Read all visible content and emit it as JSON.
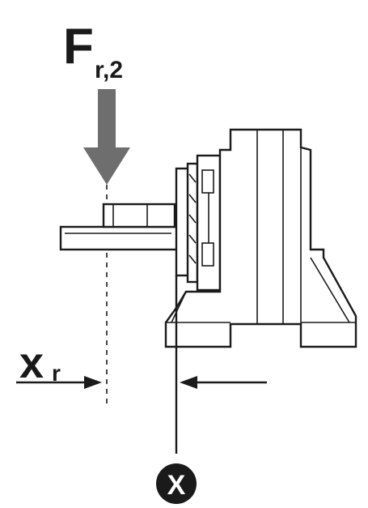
{
  "force_label": {
    "main": "F",
    "subscript": "r,2"
  },
  "distance_label": {
    "main": "x",
    "subscript": "r"
  },
  "reference_marker": {
    "text": "X"
  },
  "colors": {
    "line": "#1a1a1a",
    "arrow_fill": "#6e6e6e",
    "background": "#ffffff"
  }
}
